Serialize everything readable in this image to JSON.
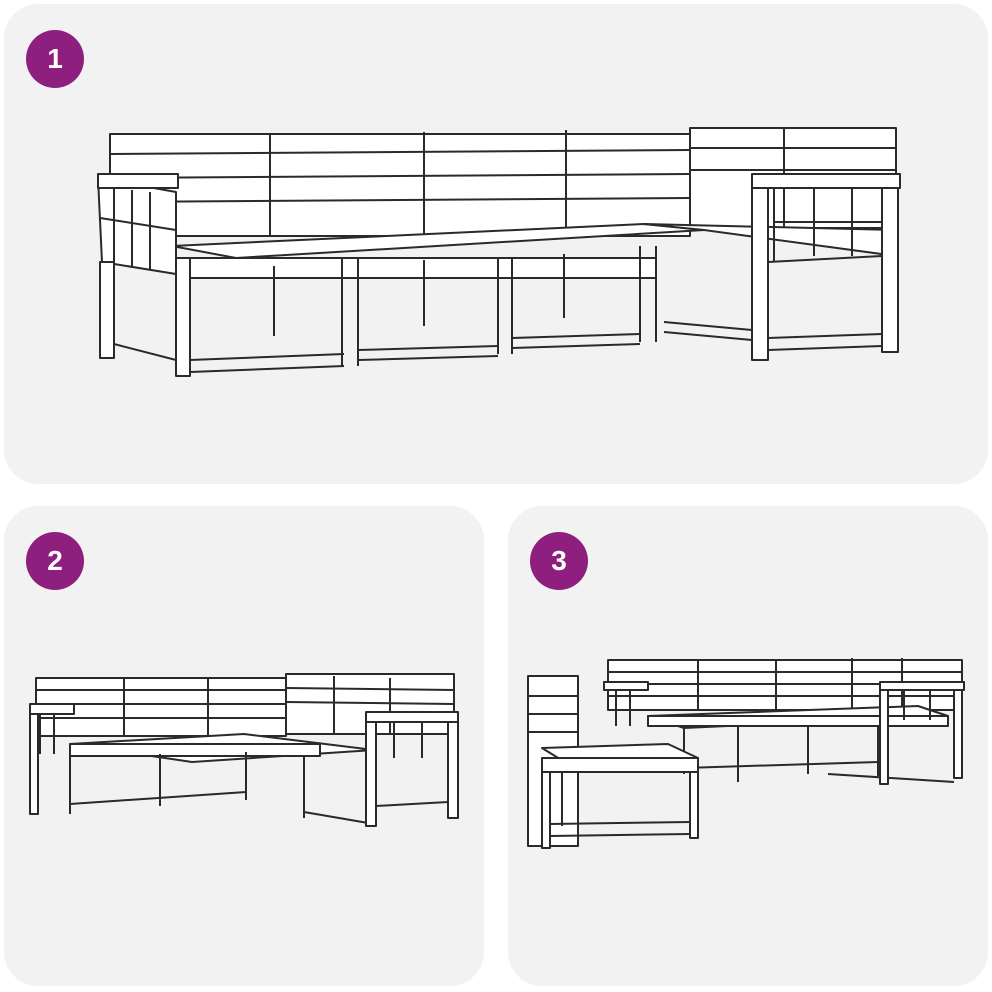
{
  "steps": [
    {
      "number": "1",
      "configuration": "corner-sofa-with-two-armrests"
    },
    {
      "number": "2",
      "configuration": "corner-sofa-compact-view"
    },
    {
      "number": "3",
      "configuration": "corner-sofa-with-separate-footstool"
    }
  ],
  "colors": {
    "badge": "#8e1f7e",
    "panel": "#f2f2f2",
    "line": "#2a2a2a"
  }
}
